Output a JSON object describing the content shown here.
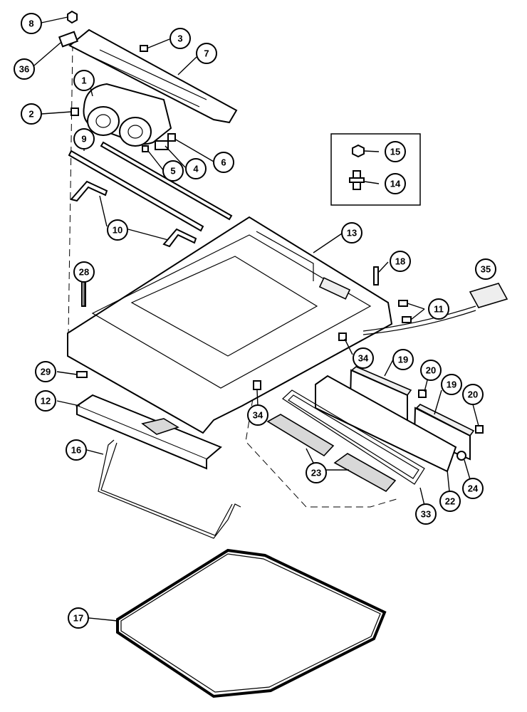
{
  "callouts": [
    {
      "id": "8",
      "label": "8"
    },
    {
      "id": "36",
      "label": "36"
    },
    {
      "id": "3",
      "label": "3"
    },
    {
      "id": "7",
      "label": "7"
    },
    {
      "id": "1",
      "label": "1"
    },
    {
      "id": "2",
      "label": "2"
    },
    {
      "id": "9",
      "label": "9"
    },
    {
      "id": "5",
      "label": "5"
    },
    {
      "id": "4",
      "label": "4"
    },
    {
      "id": "6",
      "label": "6"
    },
    {
      "id": "15",
      "label": "15"
    },
    {
      "id": "14",
      "label": "14"
    },
    {
      "id": "10",
      "label": "10"
    },
    {
      "id": "13",
      "label": "13"
    },
    {
      "id": "18",
      "label": "18"
    },
    {
      "id": "35",
      "label": "35"
    },
    {
      "id": "28",
      "label": "28"
    },
    {
      "id": "11",
      "label": "11"
    },
    {
      "id": "34a",
      "label": "34"
    },
    {
      "id": "29",
      "label": "29"
    },
    {
      "id": "19a",
      "label": "19"
    },
    {
      "id": "20a",
      "label": "20"
    },
    {
      "id": "19b",
      "label": "19"
    },
    {
      "id": "12",
      "label": "12"
    },
    {
      "id": "34b",
      "label": "34"
    },
    {
      "id": "20b",
      "label": "20"
    },
    {
      "id": "16",
      "label": "16"
    },
    {
      "id": "23",
      "label": "23"
    },
    {
      "id": "24",
      "label": "24"
    },
    {
      "id": "22",
      "label": "22"
    },
    {
      "id": "33",
      "label": "33"
    },
    {
      "id": "17",
      "label": "17"
    }
  ]
}
